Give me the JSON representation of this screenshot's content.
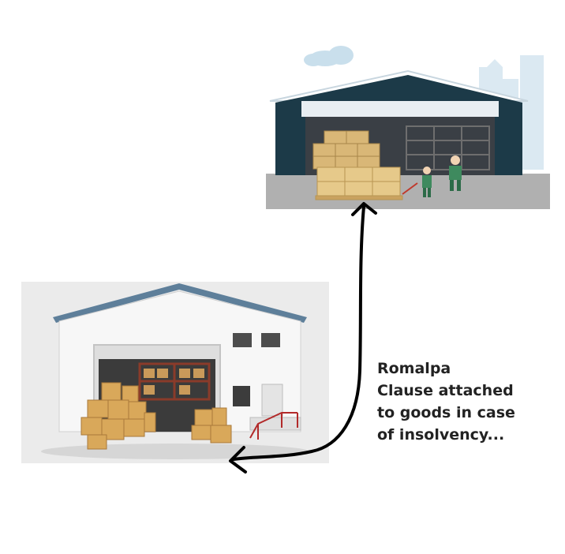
{
  "caption": {
    "lines": [
      "Romalpa",
      "Clause attached",
      "to goods in case",
      "of insolvency..."
    ]
  },
  "colors": {
    "warehouse_dark": "#1c3a48",
    "boxes": "#d9a85a",
    "bottom_roof_trim": "#5e7f9a",
    "worker_green": "#3e8a5e"
  }
}
